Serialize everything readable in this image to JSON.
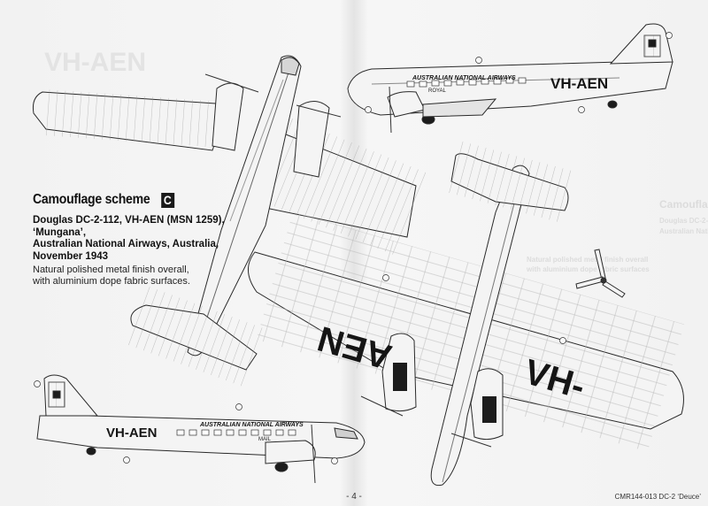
{
  "scheme": {
    "title": "Camouflage scheme",
    "letter": "C",
    "lines": [
      "Douglas DC-2-112, VH-AEN (MSN 1259),",
      "‘Mungana’,",
      "Australian National Airways, Australia,",
      "November 1943"
    ],
    "notes": [
      "Natural polished metal finish overall,",
      "with aluminium dope fabric surfaces."
    ]
  },
  "aircraft": {
    "registration": "VH-AEN",
    "airline_name": "AUSTRALIAN NATIONAL AIRWAYS",
    "royal_text": "ROYAL",
    "mail_text": "MAIL",
    "underwing_left": "AEN",
    "underwing_right": "VH-"
  },
  "footer": {
    "page_number": "- 4 -",
    "code": "CMR144-013 DC-2 ‘Deuce’"
  },
  "colors": {
    "line": "#2a2a2a",
    "metal": "#f4f4f4",
    "panel": "#cfcfcf",
    "dark": "#1c1c1c",
    "ghost": "#dadada"
  }
}
